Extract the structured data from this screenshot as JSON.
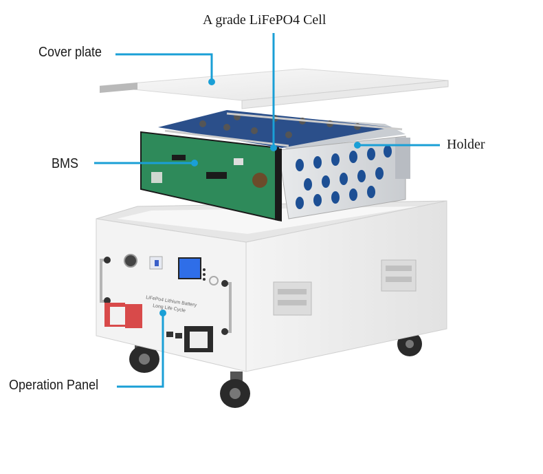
{
  "callouts": {
    "cell": "A grade LiFePO4 Cell",
    "cover": "Cover plate",
    "holder": "Holder",
    "bms": "BMS",
    "panel": "Operation Panel"
  },
  "product_print": {
    "line1": "LiFePo4 Lithium Battery",
    "line2": "Long Life Cycle"
  },
  "colors": {
    "leader": "#1a9fd6",
    "pcb": "#2e8a5a",
    "holder_holes": "#1d4f94",
    "cabinet": "#f2f2f2",
    "terminal_red": "#d84a4a"
  }
}
